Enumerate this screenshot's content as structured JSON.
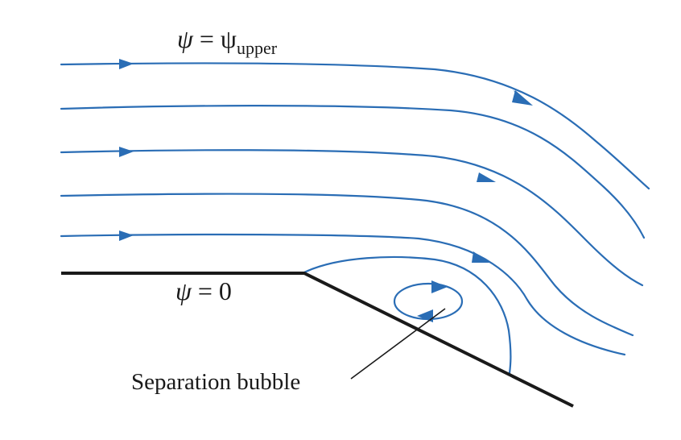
{
  "labels": {
    "upper_psi": "ψ",
    "upper_eq": " = ψ",
    "upper_sub": "upper",
    "lower_psi": "ψ",
    "lower_eq": " = 0",
    "bubble": "Separation bubble"
  },
  "colors": {
    "streamline": "#2a6db5",
    "wall": "#1a1a1a",
    "text": "#1a1a1a",
    "background": "#ffffff"
  }
}
